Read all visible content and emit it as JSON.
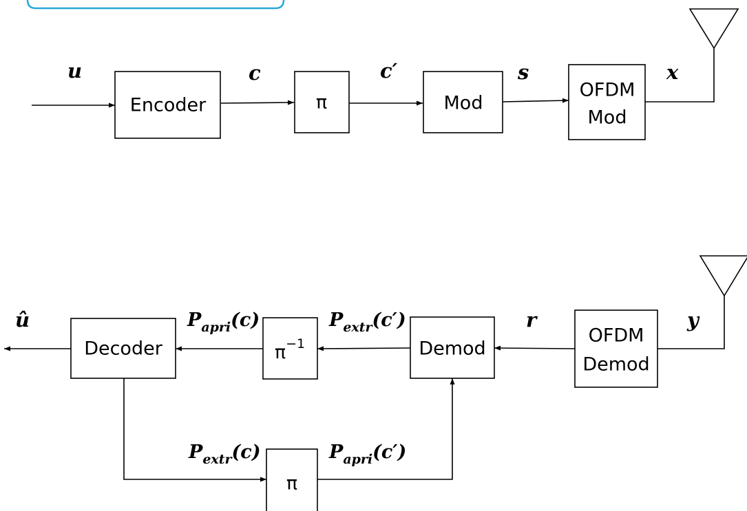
{
  "transmitter": {
    "blocks": {
      "encoder": "Encoder",
      "interleaver": "π",
      "modulator": "Mod",
      "ofdm_mod_line1": "OFDM",
      "ofdm_mod_line2": "Mod"
    },
    "signals": {
      "u": "u",
      "c": "c",
      "c_prime": "c′",
      "s": "s",
      "x": "x"
    }
  },
  "receiver": {
    "blocks": {
      "decoder": "Decoder",
      "deinterleaver": "π",
      "deinterleaver_exp": "−1",
      "demodulator": "Demod",
      "ofdm_demod_line1": "OFDM",
      "ofdm_demod_line2": "Demod",
      "feedback_interleaver": "π"
    },
    "signals": {
      "u_hat": "û",
      "r": "r",
      "y": "y",
      "p_apri_c": {
        "base": "P",
        "sub": "apri",
        "arg": "(c)"
      },
      "p_extr_c_prime": {
        "base": "P",
        "sub": "extr",
        "arg": "(c′)"
      },
      "p_extr_c": {
        "base": "P",
        "sub": "extr",
        "arg": "(c)"
      },
      "p_apri_c_prime": {
        "base": "P",
        "sub": "apri",
        "arg": "(c′)"
      }
    }
  },
  "colors": {
    "callout_border": "#29a8d8",
    "line": "#000000"
  }
}
